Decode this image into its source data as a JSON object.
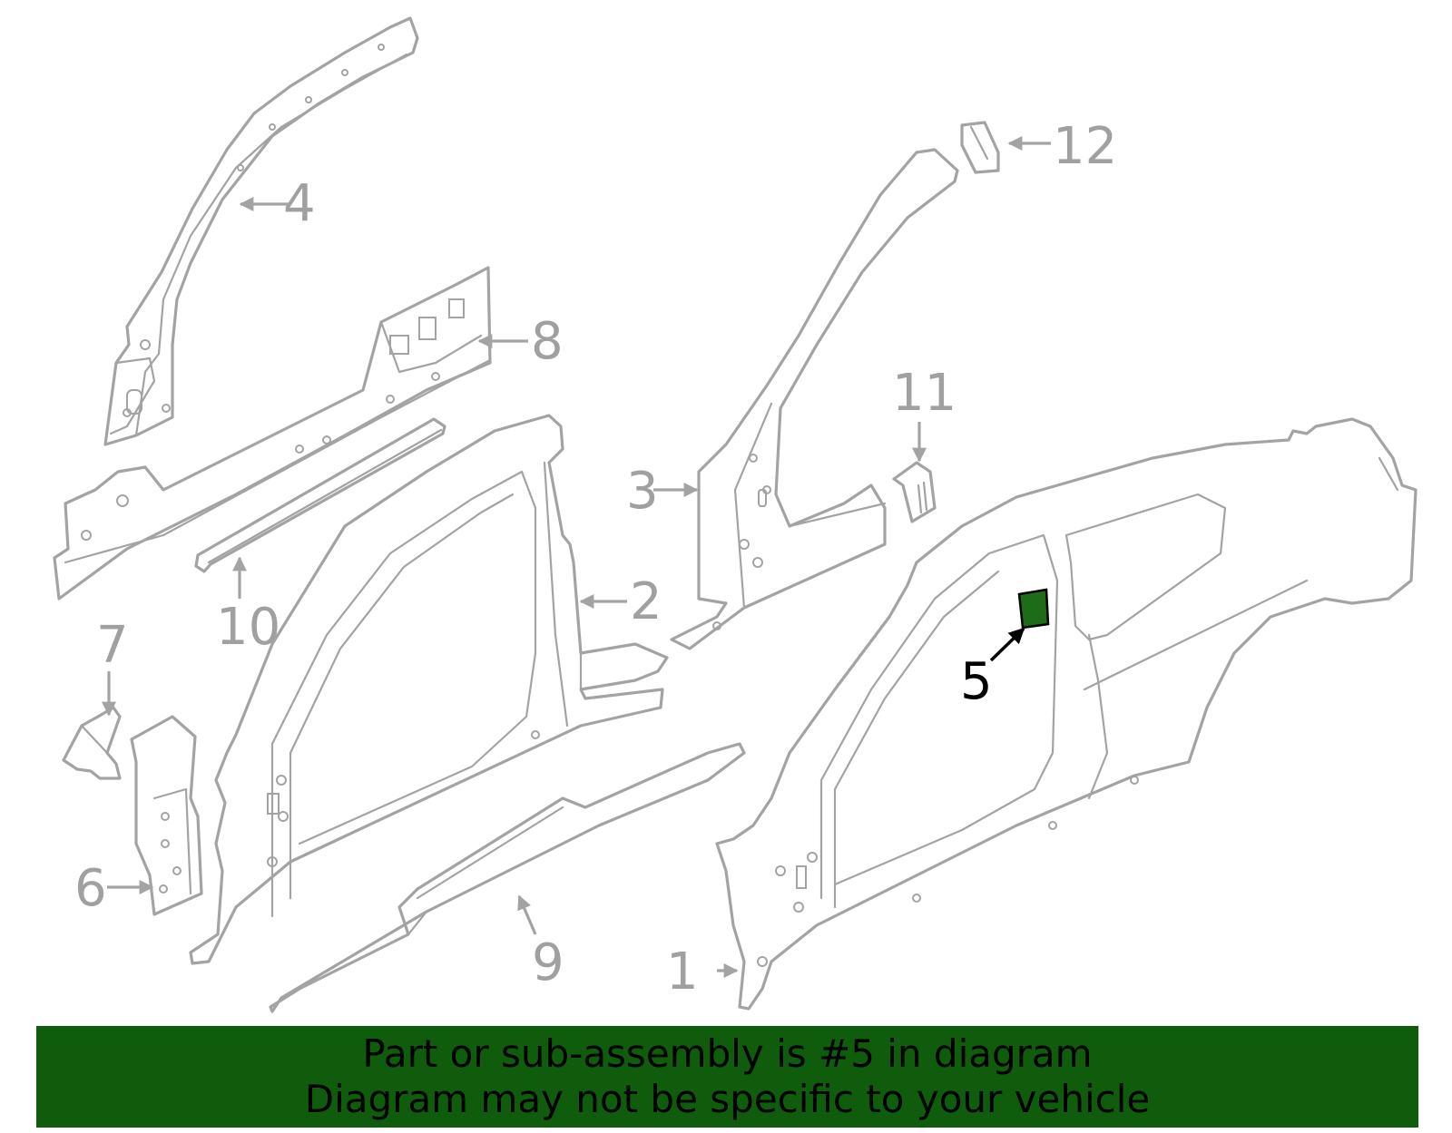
{
  "diagram": {
    "highlight_color": "#1e6b18",
    "banner_color": "#0e5c0c",
    "callouts": [
      {
        "id": "1",
        "label": "1"
      },
      {
        "id": "2",
        "label": "2"
      },
      {
        "id": "3",
        "label": "3"
      },
      {
        "id": "4",
        "label": "4"
      },
      {
        "id": "5",
        "label": "5",
        "highlighted": true
      },
      {
        "id": "6",
        "label": "6"
      },
      {
        "id": "7",
        "label": "7"
      },
      {
        "id": "8",
        "label": "8"
      },
      {
        "id": "9",
        "label": "9"
      },
      {
        "id": "10",
        "label": "10"
      },
      {
        "id": "11",
        "label": "11"
      },
      {
        "id": "12",
        "label": "12"
      }
    ]
  },
  "banner": {
    "line1": "Part or sub-assembly is #5 in diagram",
    "line2": "Diagram may not be specific to your vehicle"
  }
}
